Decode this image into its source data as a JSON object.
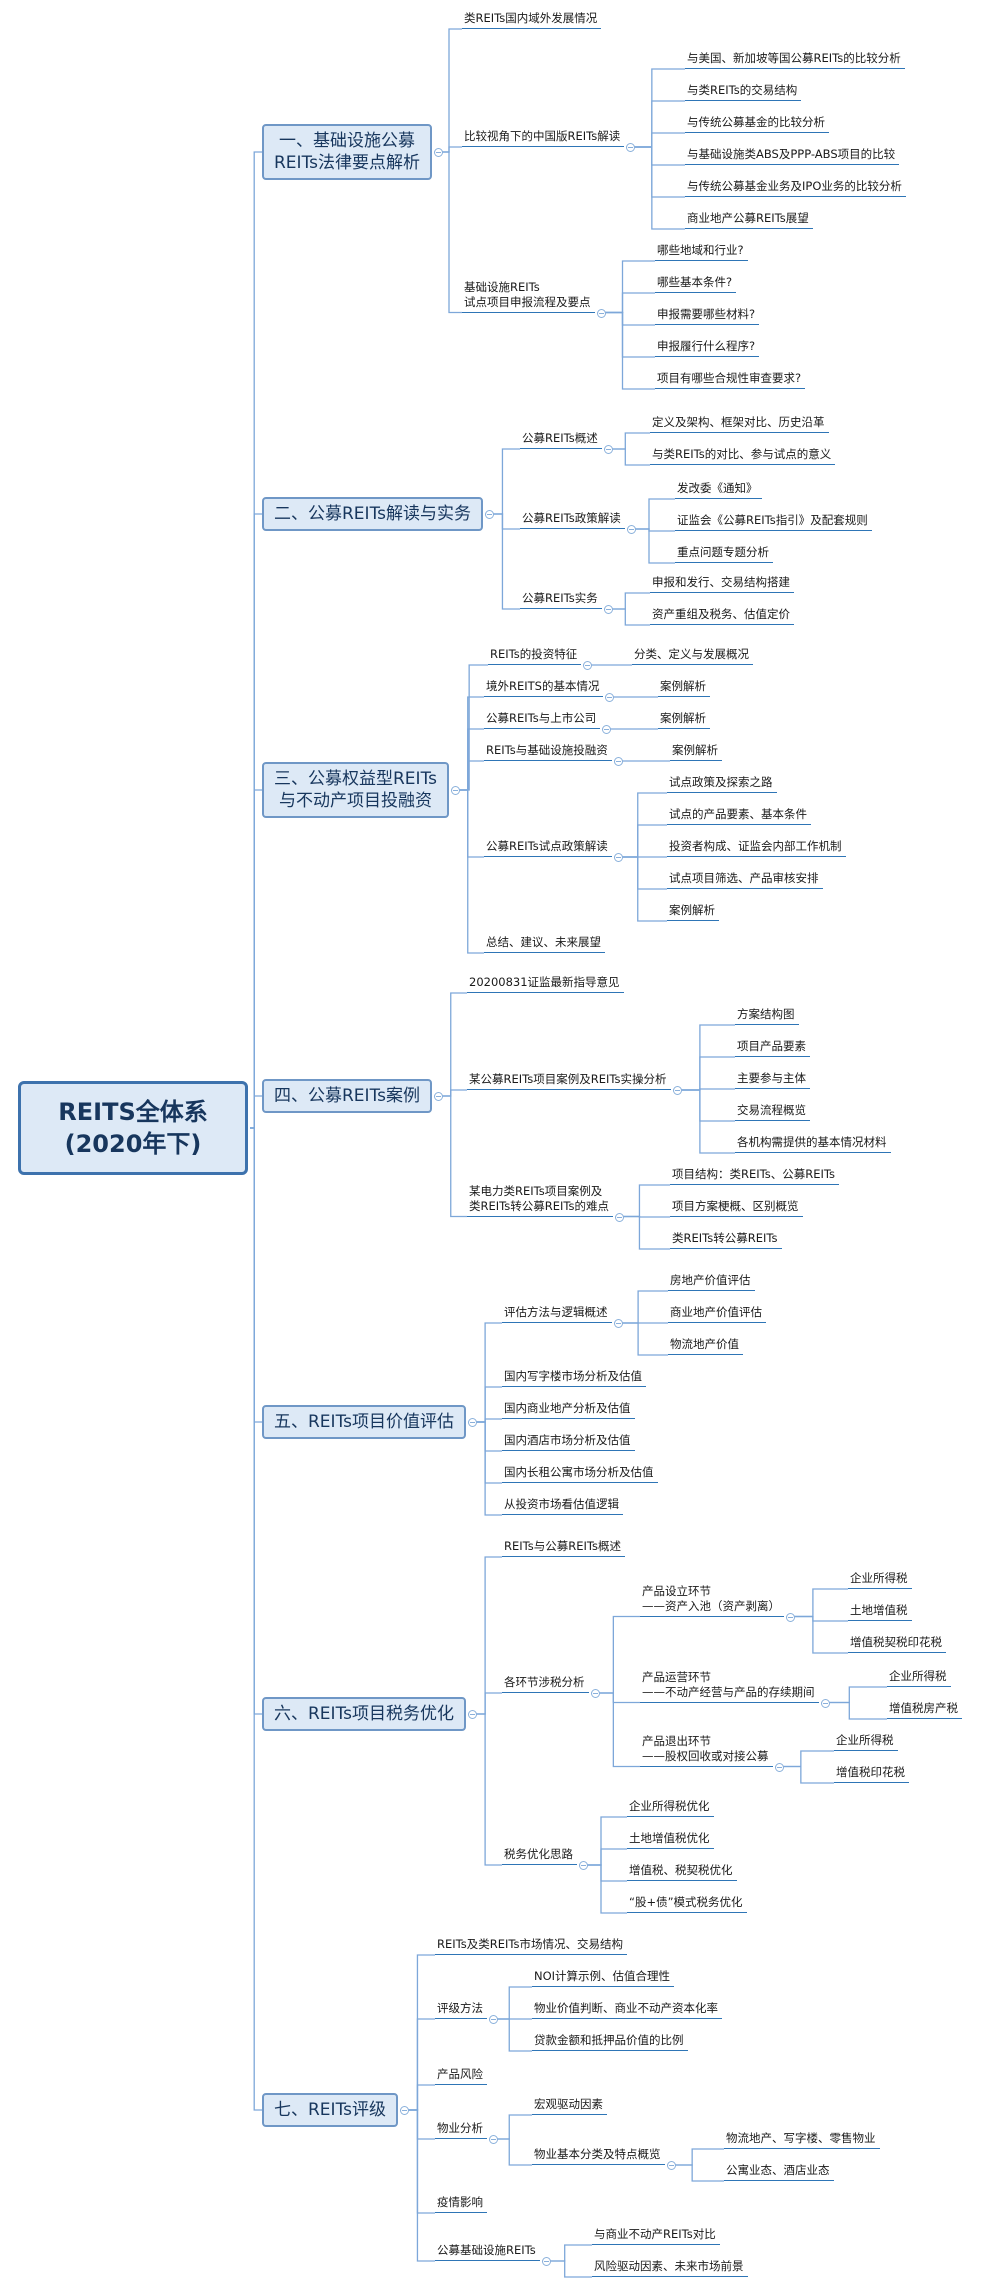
{
  "root": {
    "lines": [
      "REITS全体系",
      "(2020年下)"
    ]
  },
  "c": [
    {
      "n": "m1",
      "t": "一、基础设施公募\nREITs法律要点解析",
      "k": [
        {
          "n": "m1a",
          "t": "类REITs国内域外发展情况"
        },
        {
          "n": "m1b",
          "t": "比较视角下的中国版REITs解读",
          "k": [
            {
              "n": "m1b1",
              "t": "与美国、新加坡等国公募REITs的比较分析"
            },
            {
              "n": "m1b2",
              "t": "与类REITs的交易结构"
            },
            {
              "n": "m1b3",
              "t": "与传统公募基金的比较分析"
            },
            {
              "n": "m1b4",
              "t": "与基础设施类ABS及PPP-ABS项目的比较"
            },
            {
              "n": "m1b5",
              "t": "与传统公募基金业务及IPO业务的比较分析"
            },
            {
              "n": "m1b6",
              "t": "商业地产公募REITs展望"
            }
          ]
        },
        {
          "n": "m1c",
          "t": "基础设施REITs\n试点项目申报流程及要点",
          "k": [
            {
              "n": "m1c1",
              "t": "哪些地域和行业?"
            },
            {
              "n": "m1c2",
              "t": "哪些基本条件?"
            },
            {
              "n": "m1c3",
              "t": "申报需要哪些材料?"
            },
            {
              "n": "m1c4",
              "t": "申报履行什么程序?"
            },
            {
              "n": "m1c5",
              "t": "项目有哪些合规性审查要求?"
            }
          ]
        }
      ]
    },
    {
      "n": "m2",
      "t": "二、公募REITs解读与实务",
      "k": [
        {
          "n": "m2a",
          "t": "公募REITs概述",
          "k": [
            {
              "n": "m2a1",
              "t": "定义及架构、框架对比、历史沿革"
            },
            {
              "n": "m2a2",
              "t": "与类REITs的对比、参与试点的意义"
            }
          ]
        },
        {
          "n": "m2b",
          "t": "公募REITs政策解读",
          "k": [
            {
              "n": "m2b1",
              "t": "发改委《通知》"
            },
            {
              "n": "m2b2",
              "t": "证监会《公募REITs指引》及配套规则"
            },
            {
              "n": "m2b3",
              "t": "重点问题专题分析"
            }
          ]
        },
        {
          "n": "m2c",
          "t": "公募REITs实务",
          "k": [
            {
              "n": "m2c1",
              "t": "申报和发行、交易结构搭建"
            },
            {
              "n": "m2c2",
              "t": "资产重组及税务、估值定价"
            }
          ]
        }
      ]
    },
    {
      "n": "m3",
      "t": "三、公募权益型REITs\n与不动产项目投融资",
      "k": [
        {
          "n": "m3a",
          "t": "REITs的投资特征",
          "k": [
            {
              "n": "m3a1",
              "t": "分类、定义与发展概况"
            }
          ]
        },
        {
          "n": "m3b",
          "t": "境外REITS的基本情况",
          "k": [
            {
              "n": "m3b1",
              "t": "案例解析"
            }
          ]
        },
        {
          "n": "m3c",
          "t": "公募REITs与上市公司",
          "k": [
            {
              "n": "m3c1",
              "t": "案例解析"
            }
          ]
        },
        {
          "n": "m3d",
          "t": "REITs与基础设施投融资",
          "k": [
            {
              "n": "m3d1",
              "t": "案例解析"
            }
          ]
        },
        {
          "n": "m3e",
          "t": "公募REITs试点政策解读",
          "k": [
            {
              "n": "m3e1",
              "t": "试点政策及探索之路"
            },
            {
              "n": "m3e2",
              "t": "试点的产品要素、基本条件"
            },
            {
              "n": "m3e3",
              "t": "投资者构成、证监会内部工作机制"
            },
            {
              "n": "m3e4",
              "t": "试点项目筛选、产品审核安排"
            },
            {
              "n": "m3e5",
              "t": "案例解析"
            }
          ]
        },
        {
          "n": "m3f",
          "t": "总结、建议、未来展望"
        }
      ]
    },
    {
      "n": "m4",
      "t": "四、公募REITs案例",
      "k": [
        {
          "n": "m4a",
          "t": "20200831证监最新指导意见"
        },
        {
          "n": "m4b",
          "t": "某公募REITs项目案例及REITs实操分析",
          "k": [
            {
              "n": "m4b1",
              "t": "方案结构图"
            },
            {
              "n": "m4b2",
              "t": "项目产品要素"
            },
            {
              "n": "m4b3",
              "t": "主要参与主体"
            },
            {
              "n": "m4b4",
              "t": "交易流程概览"
            },
            {
              "n": "m4b5",
              "t": "各机构需提供的基本情况材料"
            }
          ]
        },
        {
          "n": "m4c",
          "t": "某电力类REITs项目案例及\n类REITs转公募REITs的难点",
          "k": [
            {
              "n": "m4c1",
              "t": "项目结构：类REITs、公募REITs"
            },
            {
              "n": "m4c2",
              "t": "项目方案梗概、区别概览"
            },
            {
              "n": "m4c3",
              "t": "类REITs转公募REITs"
            }
          ]
        }
      ]
    },
    {
      "n": "m5",
      "t": "五、REITs项目价值评估",
      "k": [
        {
          "n": "m5a",
          "t": "评估方法与逻辑概述",
          "k": [
            {
              "n": "m5a1",
              "t": "房地产价值评估"
            },
            {
              "n": "m5a2",
              "t": "商业地产价值评估"
            },
            {
              "n": "m5a3",
              "t": "物流地产价值"
            }
          ]
        },
        {
          "n": "m5b",
          "t": "国内写字楼市场分析及估值"
        },
        {
          "n": "m5c",
          "t": "国内商业地产分析及估值"
        },
        {
          "n": "m5d",
          "t": "国内酒店市场分析及估值"
        },
        {
          "n": "m5e",
          "t": "国内长租公寓市场分析及估值"
        },
        {
          "n": "m5f",
          "t": "从投资市场看估值逻辑"
        }
      ]
    },
    {
      "n": "m6",
      "t": "六、REITs项目税务优化",
      "k": [
        {
          "n": "m6a",
          "t": "REITs与公募REITs概述"
        },
        {
          "n": "m6b",
          "t": "各环节涉税分析",
          "k": [
            {
              "n": "m6b1",
              "t": "产品设立环节\n——资产入池（资产剥离）",
              "k": [
                {
                  "n": "m6b1a",
                  "t": "企业所得税"
                },
                {
                  "n": "m6b1b",
                  "t": "土地增值税"
                },
                {
                  "n": "m6b1c",
                  "t": "增值税契税印花税"
                }
              ]
            },
            {
              "n": "m6b2",
              "t": "产品运营环节\n——不动产经营与产品的存续期间",
              "k": [
                {
                  "n": "m6b2a",
                  "t": "企业所得税"
                },
                {
                  "n": "m6b2b",
                  "t": "增值税房产税"
                }
              ]
            },
            {
              "n": "m6b3",
              "t": "产品退出环节\n——股权回收或对接公募",
              "k": [
                {
                  "n": "m6b3a",
                  "t": "企业所得税"
                },
                {
                  "n": "m6b3b",
                  "t": "增值税印花税"
                }
              ]
            }
          ]
        },
        {
          "n": "m6c",
          "t": "税务优化思路",
          "k": [
            {
              "n": "m6c1",
              "t": "企业所得税优化"
            },
            {
              "n": "m6c2",
              "t": "土地增值税优化"
            },
            {
              "n": "m6c3",
              "t": "增值税、税契税优化"
            },
            {
              "n": "m6c4",
              "t": "“股+债”模式税务优化"
            }
          ]
        }
      ]
    },
    {
      "n": "m7",
      "t": "七、REITs评级",
      "k": [
        {
          "n": "m7a",
          "t": "REITs及类REITs市场情况、交易结构"
        },
        {
          "n": "m7b",
          "t": "评级方法",
          "k": [
            {
              "n": "m7b1",
              "t": "NOI计算示例、估值合理性"
            },
            {
              "n": "m7b2",
              "t": "物业价值判断、商业不动产资本化率"
            },
            {
              "n": "m7b3",
              "t": "贷款金额和抵押品价值的比例"
            }
          ]
        },
        {
          "n": "m7c",
          "t": "产品风险"
        },
        {
          "n": "m7d",
          "t": "物业分析",
          "k": [
            {
              "n": "m7d1",
              "t": "宏观驱动因素"
            },
            {
              "n": "m7d2",
              "t": "物业基本分类及特点概览",
              "k": [
                {
                  "n": "m7d2a",
                  "t": "物流地产、写字楼、零售物业"
                },
                {
                  "n": "m7d2b",
                  "t": "公寓业态、酒店业态"
                }
              ]
            }
          ]
        },
        {
          "n": "m7e",
          "t": "疫情影响"
        },
        {
          "n": "m7f",
          "t": "公募基础设施REITs",
          "k": [
            {
              "n": "m7f1",
              "t": "与商业不动产REITs对比"
            },
            {
              "n": "m7f2",
              "t": "风险驱动因素、未来市场前景"
            }
          ]
        }
      ]
    }
  ]
}
